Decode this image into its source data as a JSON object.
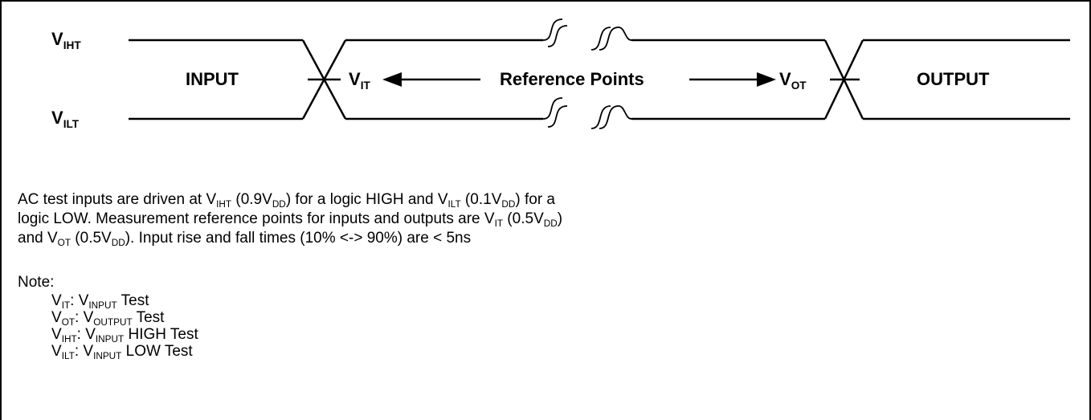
{
  "diagram": {
    "v_iht": {
      "main": "V",
      "sub": "IHT"
    },
    "v_ilt": {
      "main": "V",
      "sub": "ILT"
    },
    "input_label": "INPUT",
    "output_label": "OUTPUT",
    "v_it": {
      "main": "V",
      "sub": "IT"
    },
    "v_ot": {
      "main": "V",
      "sub": "OT"
    },
    "reference_points": "Reference Points"
  },
  "description": {
    "line1": [
      "AC test inputs are driven at ",
      "V",
      "IHT",
      " (0.9",
      "V",
      "DD",
      ") for a logic HIGH and ",
      "V",
      "ILT",
      " (0.1",
      "V",
      "DD",
      ") for a"
    ],
    "line2": [
      "logic LOW. Measurement reference points for inputs and outputs are ",
      "V",
      "IT",
      " (0.5",
      "V",
      "DD",
      ")"
    ],
    "line3": [
      "and ",
      "V",
      "OT",
      " (0.5",
      "V",
      "DD",
      "). Input rise and fall times (10% <-> 90%) are < 5ns"
    ]
  },
  "notes": {
    "heading": "Note:",
    "items": [
      {
        "sym": "V",
        "sym_sub": "IT",
        "sep": ": ",
        "def": "V",
        "def_sub": "INPUT",
        "tail": " Test"
      },
      {
        "sym": "V",
        "sym_sub": "OT",
        "sep": ": ",
        "def": "V",
        "def_sub": "OUTPUT",
        "tail": " Test"
      },
      {
        "sym": "V",
        "sym_sub": "IHT",
        "sep": ": ",
        "def": "V",
        "def_sub": "INPUT",
        "tail": " HIGH Test"
      },
      {
        "sym": "V",
        "sym_sub": "ILT",
        "sep": ": ",
        "def": "V",
        "def_sub": "INPUT",
        "tail": " LOW Test"
      }
    ]
  },
  "colors": {
    "line": "#000000",
    "background": "#ffffff"
  }
}
